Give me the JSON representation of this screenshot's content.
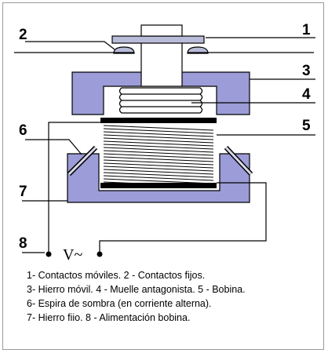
{
  "labels": {
    "n1": "1",
    "n2": "2",
    "n3": "3",
    "n4": "4",
    "n5": "5",
    "n6": "6",
    "n7": "7",
    "n8": "8",
    "supply": "V~"
  },
  "caption": [
    "1- Contactos móviles. 2 - Contactos fijos.",
    "3- Hierro móvil. 4 - Muelle antagonista. 5 - Bobina.",
    "6- Espira de sombra (en corriente alterna).",
    "7- Hierro fiio. 8 - Alimentación bobina."
  ],
  "colors": {
    "iron": "#9c9cd8",
    "contact": "#b8bcd8",
    "coil_plate": "#000000",
    "line": "#000000"
  }
}
